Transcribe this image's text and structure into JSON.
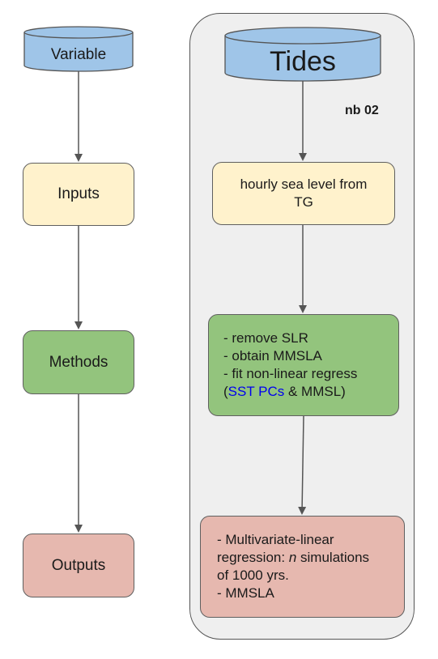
{
  "legend": {
    "variable": "Variable",
    "inputs": "Inputs",
    "methods": "Methods",
    "outputs": "Outputs"
  },
  "tides": {
    "title": "Tides",
    "tag": "nb 02",
    "input_lines": [
      "hourly sea level from",
      "TG"
    ],
    "method_lines": {
      "line1": "- remove SLR",
      "line2": "- obtain MMSLA",
      "line3": "- fit non-linear regress",
      "line4_open": "(",
      "line4_link": "SST PCs",
      "line4_rest": " & MMSL)"
    },
    "output_lines": {
      "line1": "- Multivariate-linear",
      "line2_pre": "regression: ",
      "line2_em": "n",
      "line2_post": " simulations",
      "line3": "of 1000 yrs.",
      "line4": "- MMSLA"
    }
  },
  "colors": {
    "database": "#9fc5e8",
    "inputs": "#fff2cc",
    "methods": "#93c47d",
    "outputs": "#e6b8af",
    "panel": "#efefef"
  }
}
